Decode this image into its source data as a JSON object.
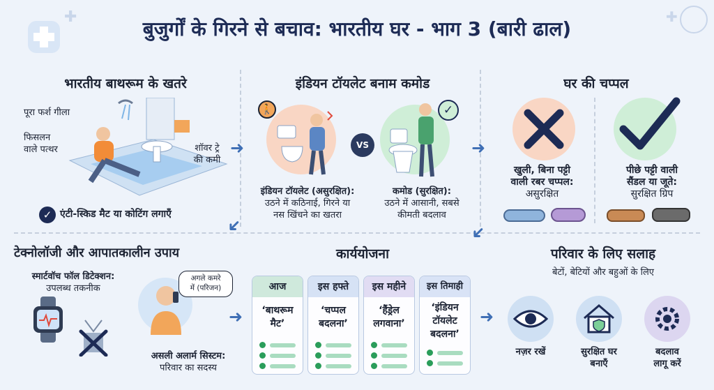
{
  "title": "बुजुर्गों के गिरने से बचाव: भारतीय घर - भाग 3 (बारी ढाल)",
  "section1": {
    "title": "भारतीय बाथरूम के खतरे",
    "label_floor": "पूरा फर्श गीला",
    "label_stone_1": "फिसलन",
    "label_stone_2": "वाले पत्थर",
    "label_tray_1": "शॉवर ट्रे",
    "label_tray_2": "की कमी",
    "tip": "एंटी-स्किड मैट या कोटिंग लगाएँ"
  },
  "section2": {
    "title": "इंडियन टॉयलेट बनाम कमोड",
    "vs": "VS",
    "left_title": "इंडियन टॉयलेट (असुरक्षित):",
    "left_desc_1": "उठने में कठिनाई, गिरने या",
    "left_desc_2": "नस खिंचने का खतरा",
    "right_title": "कमोड (सुरक्षित):",
    "right_desc_1": "उठने में आसानी, सबसे",
    "right_desc_2": "कीमती बदलाव"
  },
  "section3": {
    "title": "घर की चप्पल",
    "bad_1": "खुली, बिना पट्टी",
    "bad_2": "वाली रबर चप्पल:",
    "bad_3": "असुरक्षित",
    "good_1": "पीछे पट्टी वाली",
    "good_2": "सैंडल या जूते:",
    "good_3": "सुरक्षित ग्रिप"
  },
  "section4": {
    "title": "टेक्नोलॉजी और आपातकालीन उपाय",
    "watch_1": "स्मार्टवॉच फॉल डिटेक्शन:",
    "watch_2": "उपलब्ध तकनीक",
    "bubble_1": "अगले कमरे",
    "bubble_2": "में (परिजन)",
    "alarm_1": "असली अलार्म सिस्टम:",
    "alarm_2": "परिवार का सदस्य"
  },
  "section5": {
    "title": "कार्ययोजना",
    "cards": [
      {
        "head": "आज",
        "line1": "‘बाथरूम",
        "line2": "मैट’",
        "line3": ""
      },
      {
        "head": "इस हफ्ते",
        "line1": "‘चप्पल",
        "line2": "बदलना’",
        "line3": ""
      },
      {
        "head": "इस महीने",
        "line1": "‘हैंड्रेल",
        "line2": "लगवाना’",
        "line3": ""
      },
      {
        "head": "इस तिमाही",
        "line1": "‘इंडियन",
        "line2": "टॉयलेट",
        "line3": "बदलना’"
      }
    ]
  },
  "section6": {
    "title": "परिवार के लिए सलाह",
    "subtitle": "बेटों, बेटियों और बहुओं के लिए",
    "item1": "नज़र रखें",
    "item2_1": "सुरक्षित घर",
    "item2_2": "बनाएँ",
    "item3_1": "बदलाव",
    "item3_2": "लागू करें"
  },
  "colors": {
    "title": "#1d2b55",
    "danger_circle": "#f9d6c4",
    "safe_circle": "#cfeed7",
    "check": "#1d2b55",
    "card_head_1": "#cfe9dc",
    "card_head_2": "#d6e2f5",
    "card_head_3": "#e1dcf3",
    "card_head_4": "#d9e3f6"
  }
}
